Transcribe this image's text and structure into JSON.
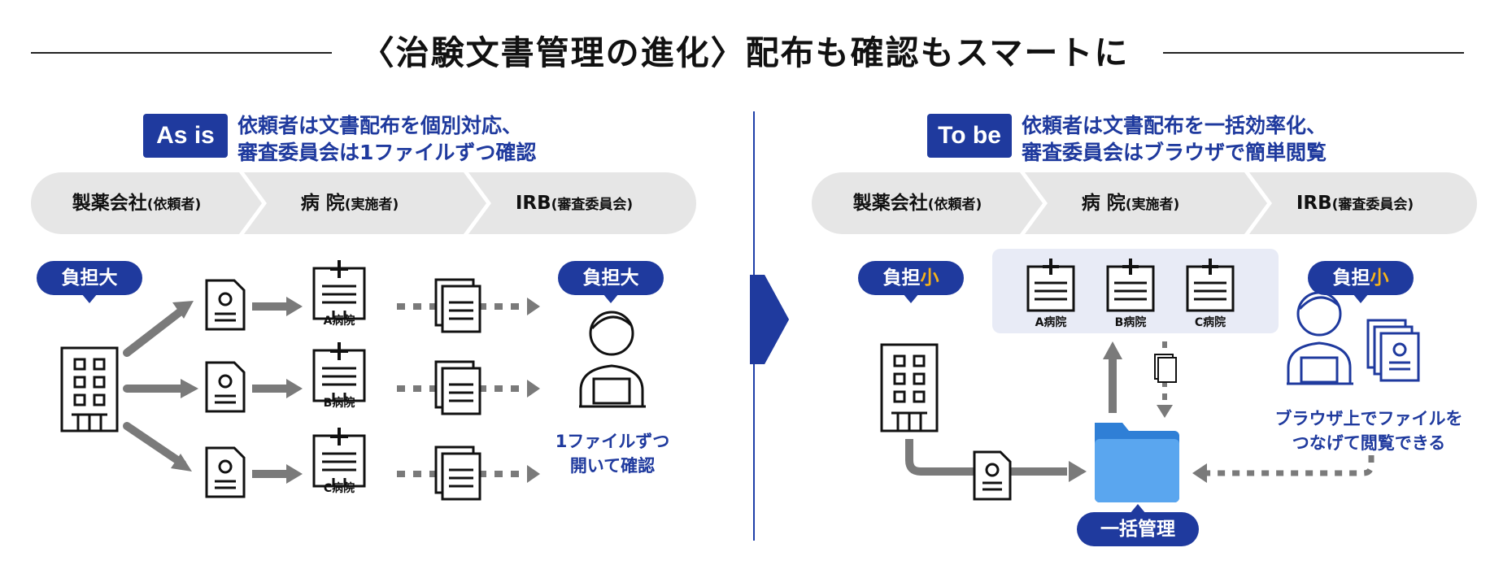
{
  "title": "〈治験文書管理の進化〉配布も確認もスマートに",
  "as_is": {
    "tag": "As is",
    "heading_line1": "依頼者は文書配布を個別対応、",
    "heading_line2": "審査委員会は1ファイルずつ確認",
    "flow": [
      {
        "main": "製薬会社",
        "sub": "(依頼者)"
      },
      {
        "main": "病 院",
        "sub": "(実施者)"
      },
      {
        "main": "IRB",
        "sub": "(審査委員会)"
      }
    ],
    "sponsor_burden": "負担大",
    "irb_burden": "負担大",
    "hospitals": [
      "A病院",
      "B病院",
      "C病院"
    ],
    "caption_line1": "1ファイルずつ",
    "caption_line2": "開いて確認"
  },
  "to_be": {
    "tag": "To be",
    "heading_line1": "依頼者は文書配布を一括効率化、",
    "heading_line2": "審査委員会はブラウザで簡単閲覧",
    "flow": [
      {
        "main": "製薬会社",
        "sub": "(依頼者)"
      },
      {
        "main": "病 院",
        "sub": "(実施者)"
      },
      {
        "main": "IRB",
        "sub": "(審査委員会)"
      }
    ],
    "sponsor_burden_prefix": "負担",
    "sponsor_burden_accent": "小",
    "irb_burden_prefix": "負担",
    "irb_burden_accent": "小",
    "hospitals": [
      "A病院",
      "B病院",
      "C病院"
    ],
    "caption_line1": "ブラウザ上でファイルを",
    "caption_line2": "つなげて閲覧できる",
    "central_label": "一括管理"
  },
  "colors": {
    "navy": "#1f3a9e",
    "accent": "#f5b21b",
    "grey_band": "#e6e6e6",
    "arrow_grey": "#7a7a7a",
    "folder_blue": "#3d8fe0"
  }
}
